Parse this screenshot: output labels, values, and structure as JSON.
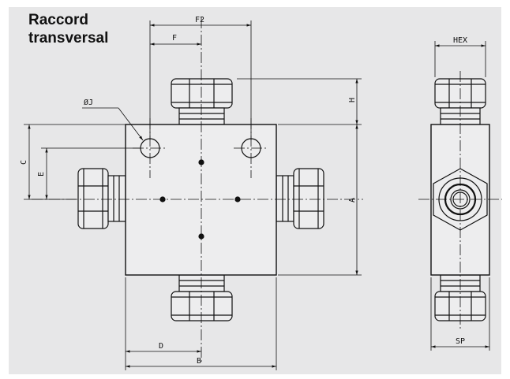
{
  "title": {
    "line1": "Raccord",
    "line2": "transversal"
  },
  "dimensions": {
    "f2": "F2",
    "f": "F",
    "hex": "HEX",
    "dia_j": "ØJ",
    "h": "H",
    "c": "C",
    "e": "E",
    "a": "A",
    "d": "D",
    "b": "B",
    "sp": "SP"
  }
}
